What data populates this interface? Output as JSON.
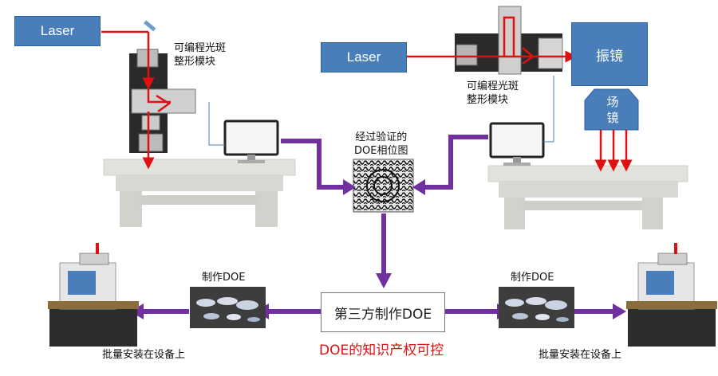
{
  "left_system": {
    "laser_label": "Laser",
    "module_label_line1": "可编程光斑",
    "module_label_line2": "整形模块"
  },
  "right_system": {
    "laser_label": "Laser",
    "module_label_line1": "可编程光斑",
    "module_label_line2": "整形模块",
    "galvo_label": "振镜",
    "field_lens_line1": "场",
    "field_lens_line2": "镜"
  },
  "center": {
    "doe_label_line1": "经过验证的",
    "doe_label_line2": "DOE相位图",
    "third_party_box": "第三方制作DOE",
    "ip_control_text": "DOE的知识产权可控"
  },
  "left_branch": {
    "make_doe_label": "制作DOE",
    "install_label": "批量安装在设备上"
  },
  "right_branch": {
    "make_doe_label": "制作DOE",
    "install_label": "批量安装在设备上"
  },
  "colors": {
    "laser_blue": "#4a7ebb",
    "beam_red": "#e01010",
    "flow_purple": "#7030a0"
  }
}
